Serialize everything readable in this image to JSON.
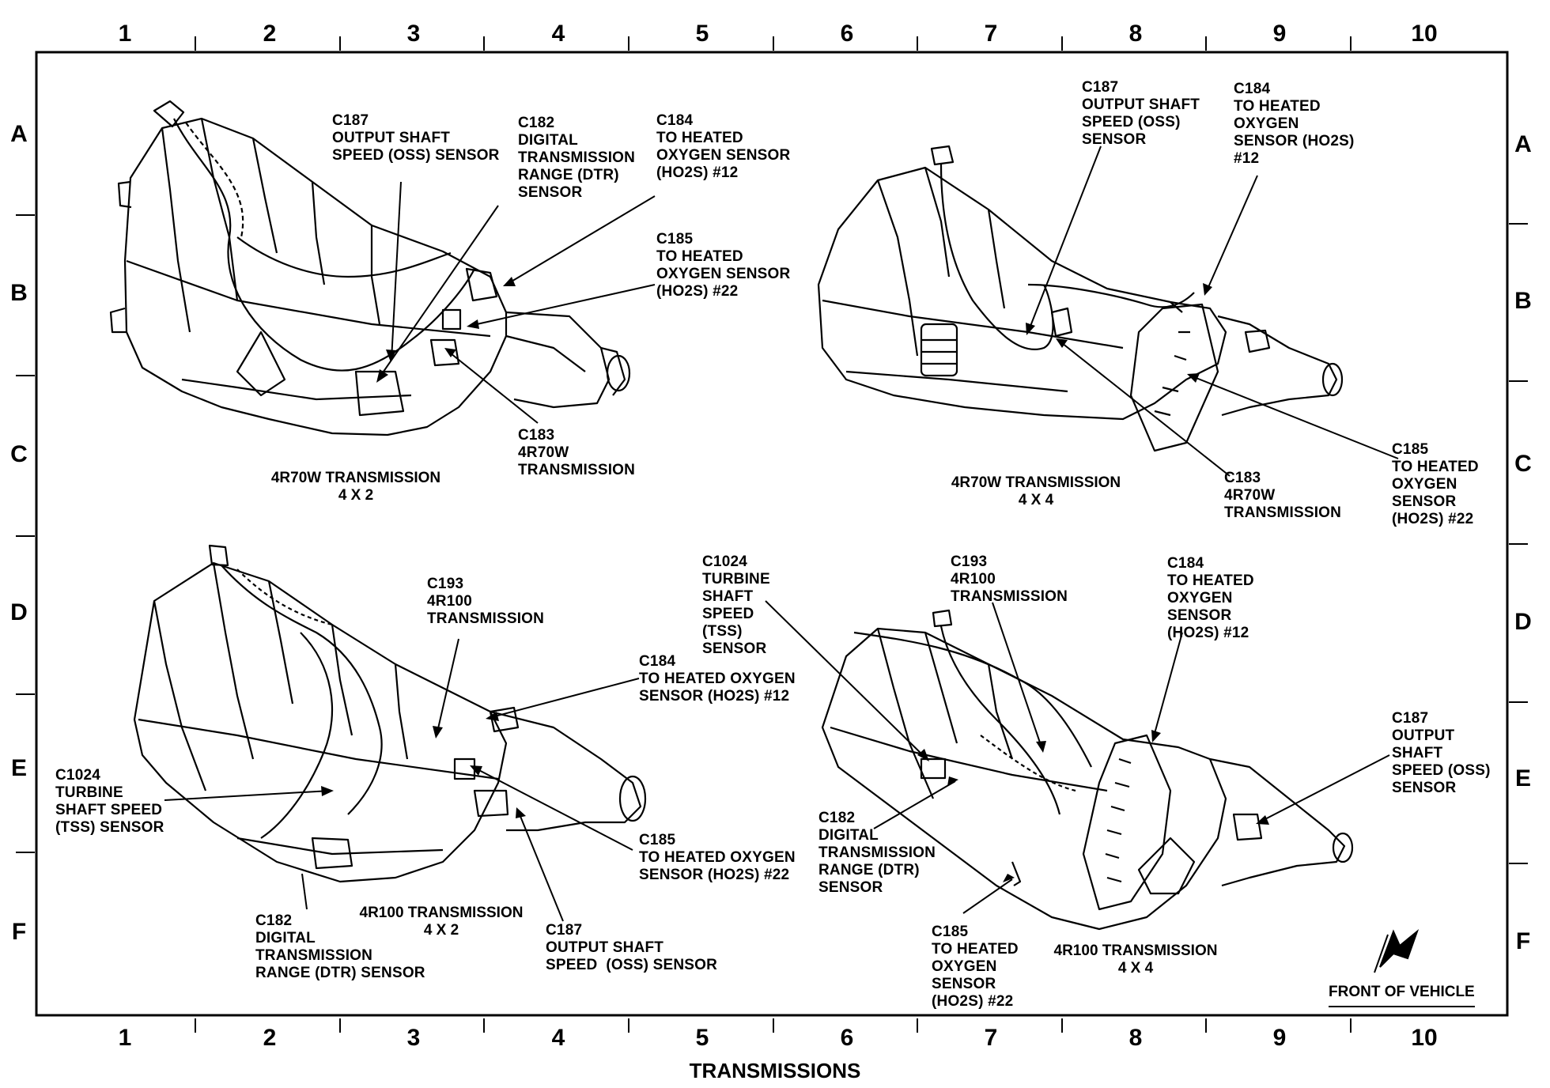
{
  "title": "TRANSMISSIONS",
  "grid": {
    "columns": [
      "1",
      "2",
      "3",
      "4",
      "5",
      "6",
      "7",
      "8",
      "9",
      "10"
    ],
    "rows": [
      "A",
      "B",
      "C",
      "D",
      "E",
      "F"
    ]
  },
  "views": {
    "top_left": {
      "caption": "4R70W TRANSMISSION\n4 X 2",
      "labels": {
        "c187": "C187\nOUTPUT SHAFT\nSPEED (OSS) SENSOR",
        "c182": "C182\nDIGITAL\nTRANSMISSION\nRANGE (DTR)\nSENSOR",
        "c184": "C184\nTO HEATED\nOXYGEN SENSOR\n(HO2S) #12",
        "c185": "C185\nTO HEATED\nOXYGEN SENSOR\n(HO2S) #22",
        "c183": "C183\n4R70W\nTRANSMISSION"
      }
    },
    "top_right": {
      "caption": "4R70W TRANSMISSION\n4 X 4",
      "labels": {
        "c187": "C187\nOUTPUT SHAFT\nSPEED (OSS)\nSENSOR",
        "c184": "C184\nTO HEATED\nOXYGEN\nSENSOR (HO2S)\n#12",
        "c183": "C183\n4R70W\nTRANSMISSION",
        "c185": "C185\nTO HEATED\nOXYGEN\nSENSOR\n(HO2S) #22"
      }
    },
    "bottom_left": {
      "caption": "4R100 TRANSMISSION\n4 X 2",
      "labels": {
        "c193": "C193\n4R100\nTRANSMISSION",
        "c184": "C184\nTO HEATED OXYGEN\nSENSOR (HO2S) #12",
        "c1024": "C1024\nTURBINE\nSHAFT SPEED\n(TSS) SENSOR",
        "c185": "C185\nTO HEATED OXYGEN\nSENSOR (HO2S) #22",
        "c182": "C182\nDIGITAL\nTRANSMISSION\nRANGE (DTR) SENSOR",
        "c187": "C187\nOUTPUT SHAFT\nSPEED  (OSS) SENSOR"
      }
    },
    "bottom_right": {
      "caption": "4R100 TRANSMISSION\n4 X 4",
      "labels": {
        "c1024": "C1024\nTURBINE\nSHAFT\nSPEED\n(TSS)\nSENSOR",
        "c193": "C193\n4R100\nTRANSMISSION",
        "c184": "C184\nTO HEATED\nOXYGEN\nSENSOR\n(HO2S) #12",
        "c187": "C187\nOUTPUT\nSHAFT\nSPEED (OSS)\nSENSOR",
        "c182": "C182\nDIGITAL\nTRANSMISSION\nRANGE (DTR)\nSENSOR",
        "c185": "C185\nTO HEATED\nOXYGEN\nSENSOR\n(HO2S) #22"
      }
    }
  },
  "front_of_vehicle": "FRONT OF VEHICLE"
}
